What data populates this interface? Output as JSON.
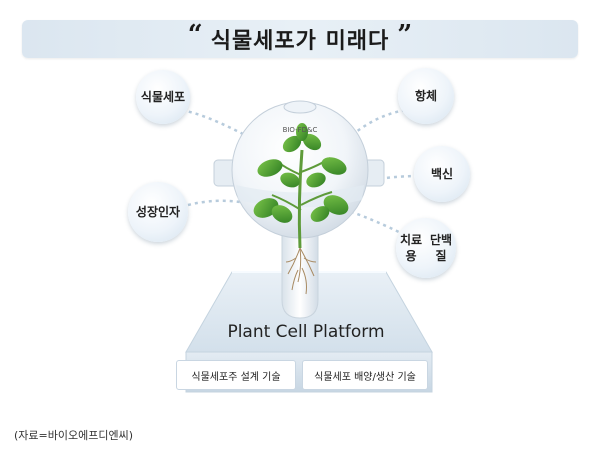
{
  "title": {
    "open_quote": "“",
    "text": "식물세포가 미래다",
    "close_quote": "”"
  },
  "bubbles": {
    "left": [
      {
        "label": "식물세포"
      },
      {
        "label": "성장인자"
      }
    ],
    "right": [
      {
        "label": "항체"
      },
      {
        "label": "백신"
      },
      {
        "label_lines": [
          "치료용",
          "단백질"
        ]
      }
    ]
  },
  "flask_label": "BIO-FD&C",
  "platform": {
    "title": "Plant Cell Platform",
    "technologies": [
      "식물세포주 설계 기술",
      "식물세포 배양/생산 기술"
    ]
  },
  "source": "(자료=바이오에프디엔씨)",
  "colors": {
    "banner": "#dbe6f0",
    "bubble_edge": "#d5e3ef",
    "dash": "#b7cbdc",
    "platform_top": "#e7eef5",
    "leaf": "#3f9a2c"
  }
}
